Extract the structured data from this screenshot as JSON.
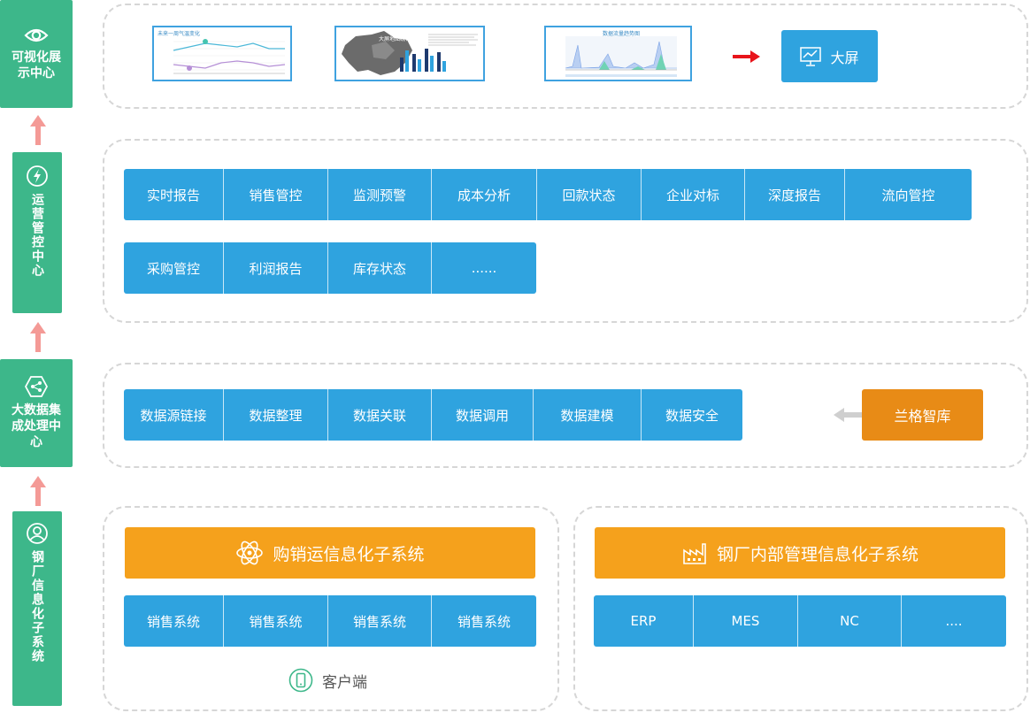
{
  "colors": {
    "green": "#3db78a",
    "blue": "#2fa3df",
    "orange": "#f5a11c",
    "dark_orange": "#e88b16",
    "arrow_pink": "#f49a96",
    "arrow_red": "#e8141b",
    "arrow_gray": "#cfcfcf",
    "dash": "#d6d6d6"
  },
  "left_column": [
    {
      "label": "可视化展示中心",
      "icon": "eye-icon"
    },
    {
      "label": "运营管控中心",
      "icon": "lightning-circle-icon"
    },
    {
      "label": "大数据集成处理中心",
      "icon": "hexagon-network-icon"
    },
    {
      "label": "钢厂信息化子系统",
      "icon": "user-circle-icon"
    }
  ],
  "visualization": {
    "thumbnails": [
      {
        "icon": "line-chart-thumbnail",
        "title": "未来一周气温变化"
      },
      {
        "icon": "map-bar-chart-thumbnail",
        "title": "大屏地图统计"
      },
      {
        "icon": "area-chart-thumbnail",
        "title": "数据流量趋势图"
      }
    ],
    "arrow": "right-arrow-icon",
    "big_screen": {
      "label": "大屏",
      "icon": "monitor-chart-icon"
    }
  },
  "operations": {
    "row1": [
      "实时报告",
      "销售管控",
      "监测预警",
      "成本分析",
      "回款状态",
      "企业对标",
      "深度报告",
      "流向管控"
    ],
    "row2": [
      "采购管控",
      "利润报告",
      "库存状态",
      "......"
    ]
  },
  "bigdata": {
    "items": [
      "数据源链接",
      "数据整理",
      "数据关联",
      "数据调用",
      "数据建模",
      "数据安全"
    ],
    "knowledge_base": "兰格智库",
    "arrow": "left-arrow-icon"
  },
  "steel": {
    "left": {
      "title": "购销运信息化子系统",
      "icon": "atom-icon",
      "items": [
        "销售系统",
        "销售系统",
        "销售系统",
        "销售系统"
      ],
      "client": {
        "label": "客户端",
        "icon": "mobile-phone-icon"
      }
    },
    "right": {
      "title": "钢厂内部管理信息化子系统",
      "icon": "factory-icon",
      "items": [
        "ERP",
        "MES",
        "NC",
        "...."
      ]
    }
  }
}
